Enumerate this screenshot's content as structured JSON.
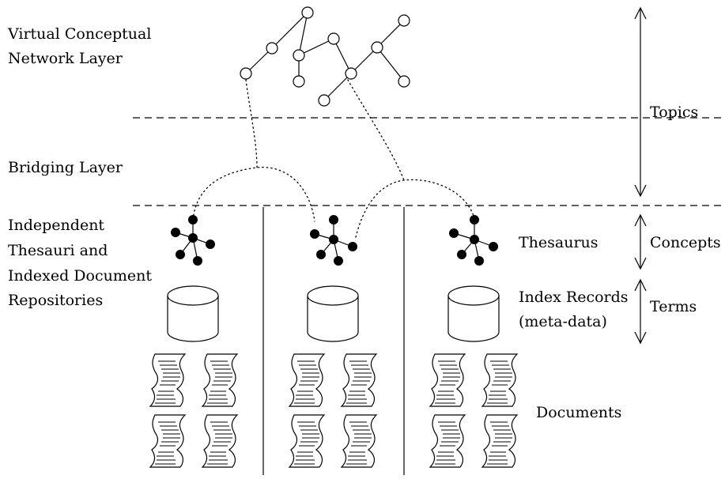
{
  "layers": {
    "virtual_line1": "Virtual Conceptual",
    "virtual_line2": "Network Layer",
    "bridging": "Bridging Layer",
    "independent_line1": "Independent",
    "independent_line2": "Thesauri and",
    "independent_line3": "Indexed Document",
    "independent_line4": "Repositories"
  },
  "components": {
    "thesaurus": "Thesaurus",
    "index_line1": "Index Records",
    "index_line2": "(meta-data)",
    "documents": "Documents"
  },
  "scale_labels": {
    "topics": "Topics",
    "concepts": "Concepts",
    "terms": "Terms"
  },
  "repository_count": 3,
  "documents_per_repository": 4
}
